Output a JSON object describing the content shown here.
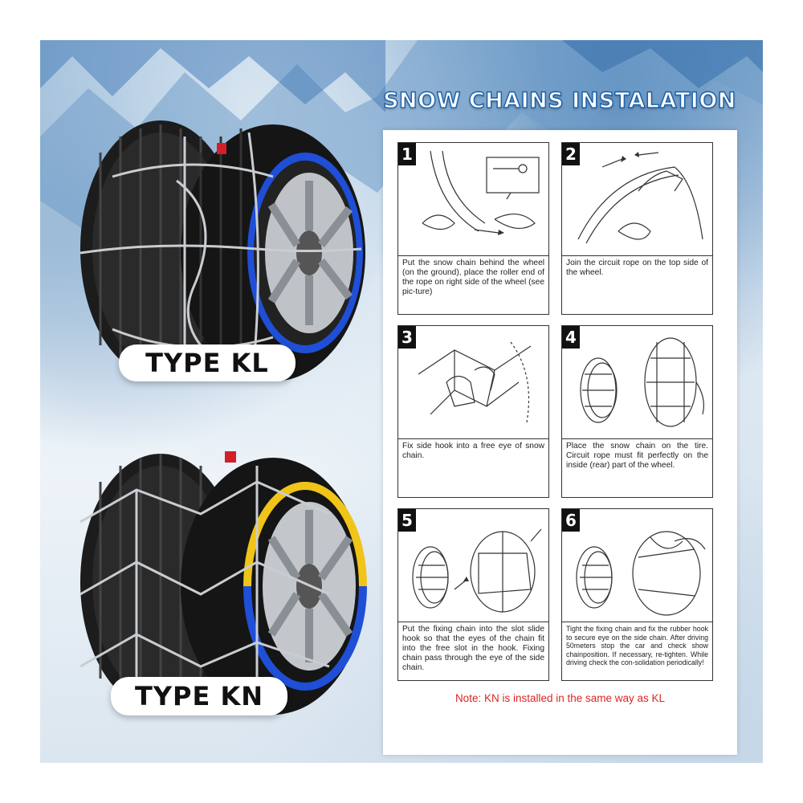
{
  "title": "SNOW CHAINS INSTALATION",
  "types": {
    "kl": "TYPE KL",
    "kn": "TYPE KN"
  },
  "steps": [
    {
      "number": "1",
      "text": "Put the snow chain behind the wheel (on the ground), place the roller end of the rope on right side of the wheel (see pic-ture)"
    },
    {
      "number": "2",
      "text": "Join the circuit rope on the top side of the wheel."
    },
    {
      "number": "3",
      "text": "Fix side hook into a free eye of snow chain."
    },
    {
      "number": "4",
      "text": "Place the snow chain on the tire. Circuit rope must fit perfectly on the inside (rear) part of the wheel."
    },
    {
      "number": "5",
      "text": "Put the fixing chain into the slot slide hook so that the eyes of the chain fit into the free slot in the hook. Fixing chain pass through the eye of the side chain."
    },
    {
      "number": "6",
      "text": "Tight the fixing chain and fix the rubber hook to secure eye on the side chain. After driving 50meters stop the car and check show chainposition. If necessary, re-tighten. While driving check the con-solidation periodically!"
    }
  ],
  "note": "Note: KN is installed in the same way as KL",
  "colors": {
    "title_outline": "#1b5fa8",
    "note": "#e02424",
    "kl_rim_band": "#1e4fd6",
    "kn_rim_band_top": "#f0c419",
    "kn_rim_band_bottom": "#1e4fd6"
  }
}
